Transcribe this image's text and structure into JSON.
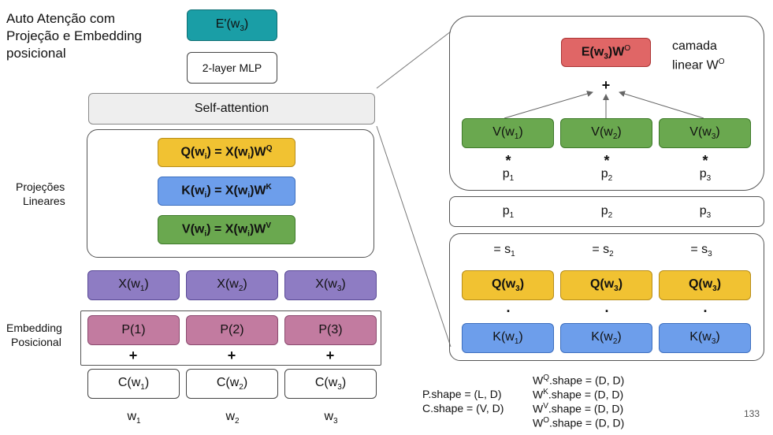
{
  "title": {
    "line1": "Auto Atenção com",
    "line2": "Projeção e Embedding",
    "line3": "posicional"
  },
  "top_boxes": {
    "output": "E'(w3)",
    "mlp": "2-layer MLP",
    "self_attention": "Self-attention"
  },
  "projections": {
    "label1": "Projeções",
    "label2": "Lineares",
    "q": {
      "main": "Q(w",
      "sub": "i",
      "rest": ") = X(w",
      "sub2": "i",
      "rest2": ")W",
      "sup": "Q"
    },
    "k": {
      "main": "K(w",
      "sub": "i",
      "rest": ") = X(w",
      "sub2": "i",
      "rest2": ")W",
      "sup": "K"
    },
    "v": {
      "main": "V(w",
      "sub": "i",
      "rest": ") = X(w",
      "sub2": "i",
      "rest2": ")W",
      "sup": "V"
    }
  },
  "embedding_label": {
    "line1": "Embedding",
    "line2": "Posicional"
  },
  "x_row": [
    {
      "pre": "X(w",
      "sub": "1",
      "post": ")"
    },
    {
      "pre": "X(w",
      "sub": "2",
      "post": ")"
    },
    {
      "pre": "X(w",
      "sub": "3",
      "post": ")"
    }
  ],
  "p_row": [
    "P(1)",
    "P(2)",
    "P(3)"
  ],
  "plus": "+",
  "c_row": [
    {
      "pre": "C(w",
      "sub": "1",
      "post": ")"
    },
    {
      "pre": "C(w",
      "sub": "2",
      "post": ")"
    },
    {
      "pre": "C(w",
      "sub": "3",
      "post": ")"
    }
  ],
  "w_row": [
    {
      "pre": "w",
      "sub": "1"
    },
    {
      "pre": "w",
      "sub": "2"
    },
    {
      "pre": "w",
      "sub": "3"
    }
  ],
  "right": {
    "e_box": {
      "pre": "E(w",
      "sub": "3",
      "mid": ")W",
      "sup": "O"
    },
    "camada": {
      "line1": "camada",
      "line2": "linear W",
      "sup": "O"
    },
    "sum": "+",
    "v_row": [
      {
        "pre": "V(w",
        "sub": "1",
        "post": ")"
      },
      {
        "pre": "V(w",
        "sub": "2",
        "post": ")"
      },
      {
        "pre": "V(w",
        "sub": "3",
        "post": ")"
      }
    ],
    "star": "*",
    "p_in": [
      {
        "pre": "p",
        "sub": "1"
      },
      {
        "pre": "p",
        "sub": "2"
      },
      {
        "pre": "p",
        "sub": "3"
      }
    ],
    "p_mid": [
      {
        "pre": "p",
        "sub": "1"
      },
      {
        "pre": "p",
        "sub": "2"
      },
      {
        "pre": "p",
        "sub": "3"
      }
    ],
    "s_row": [
      {
        "pre": "= s",
        "sub": "1"
      },
      {
        "pre": "= s",
        "sub": "2"
      },
      {
        "pre": "= s",
        "sub": "3"
      }
    ],
    "q_row": [
      {
        "pre": "Q(w",
        "sub": "3",
        "post": ")"
      },
      {
        "pre": "Q(w",
        "sub": "3",
        "post": ")"
      },
      {
        "pre": "Q(w",
        "sub": "3",
        "post": ")"
      }
    ],
    "dot": ".",
    "k_row": [
      {
        "pre": "K(w",
        "sub": "1",
        "post": ")"
      },
      {
        "pre": "K(w",
        "sub": "2",
        "post": ")"
      },
      {
        "pre": "K(w",
        "sub": "3",
        "post": ")"
      }
    ]
  },
  "shapes": {
    "p_shape": "P.shape = (L, D)",
    "c_shape": "C.shape = (V, D)",
    "wq": {
      "pre": "W",
      "sup": "Q",
      "post": ".shape = (D, D)"
    },
    "wk": {
      "pre": "W",
      "sup": "K",
      "post": ".shape = (D, D)"
    },
    "wv": {
      "pre": "W",
      "sup": "V",
      "post": ".shape = (D, D)"
    },
    "wo": {
      "pre": "W",
      "sup": "O",
      "post": ".shape = (D, D)"
    }
  },
  "page_number": "133"
}
